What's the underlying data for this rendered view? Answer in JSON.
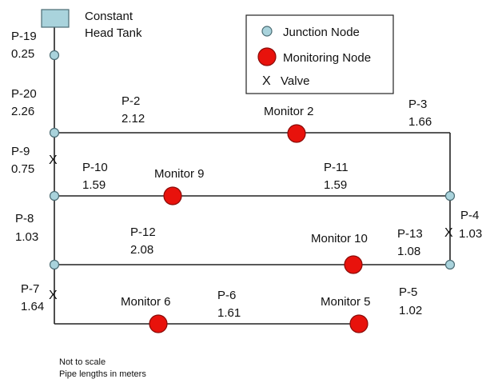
{
  "colors": {
    "junction_fill": "#a9d3dc",
    "junction_stroke": "#4a6b73",
    "monitor_fill": "#e8120c",
    "monitor_stroke": "#8a0b08",
    "tank_fill": "#a9d3dc",
    "line": "#222222"
  },
  "tank": {
    "label_line1": "Constant",
    "label_line2": "Head Tank"
  },
  "legend": {
    "junction": "Junction Node",
    "monitoring": "Monitoring Node",
    "valve_symbol": "X",
    "valve": "Valve"
  },
  "pipes": {
    "p19": {
      "name": "P-19",
      "length": "0.25"
    },
    "p20": {
      "name": "P-20",
      "length": "2.26"
    },
    "p9": {
      "name": "P-9",
      "length": "0.75"
    },
    "p8": {
      "name": "P-8",
      "length": "1.03"
    },
    "p7": {
      "name": "P-7",
      "length": "1.64"
    },
    "p2": {
      "name": "P-2",
      "length": "2.12"
    },
    "p3": {
      "name": "P-3",
      "length": "1.66"
    },
    "p10": {
      "name": "P-10",
      "length": "1.59"
    },
    "p11": {
      "name": "P-11",
      "length": "1.59"
    },
    "p4": {
      "name": "P-4",
      "length": "1.03"
    },
    "p12": {
      "name": "P-12",
      "length": "2.08"
    },
    "p13": {
      "name": "P-13",
      "length": "1.08"
    },
    "p6": {
      "name": "P-6",
      "length": "1.61"
    },
    "p5": {
      "name": "P-5",
      "length": "1.02"
    }
  },
  "monitors": {
    "m2": "Monitor 2",
    "m9": "Monitor 9",
    "m10": "Monitor 10",
    "m6": "Monitor 6",
    "m5": "Monitor 5"
  },
  "valves": {
    "symbol": "X"
  },
  "notes": {
    "line1": "Not to scale",
    "line2": "Pipe lengths in meters"
  }
}
